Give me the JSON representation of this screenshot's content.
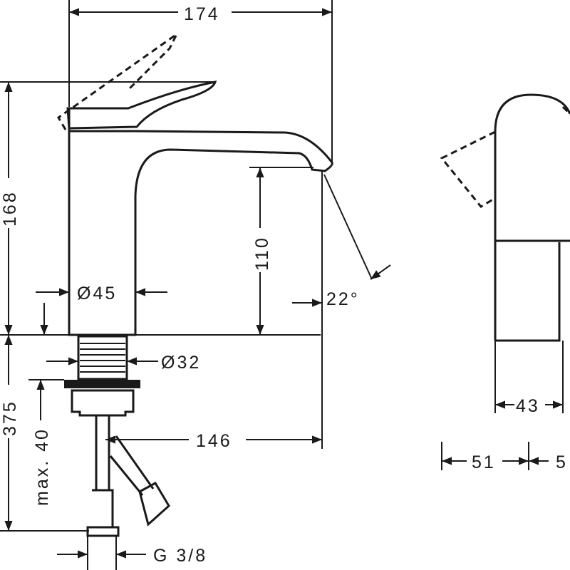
{
  "title": "Basin mixer faucet technical drawing",
  "dimensions": {
    "width_top": "174",
    "height_total": "168",
    "spout_height": "110",
    "body_diameter": "Ø45",
    "spout_angle": "22°",
    "shank_diameter": "Ø32",
    "hose_length": "375",
    "max_thickness": "max. 40",
    "projection": "146",
    "connection": "G 3/8",
    "side_width": "43",
    "side_left": "51",
    "side_right": "5"
  },
  "colors": {
    "line": "#1a1a1a",
    "background": "#ffffff"
  }
}
